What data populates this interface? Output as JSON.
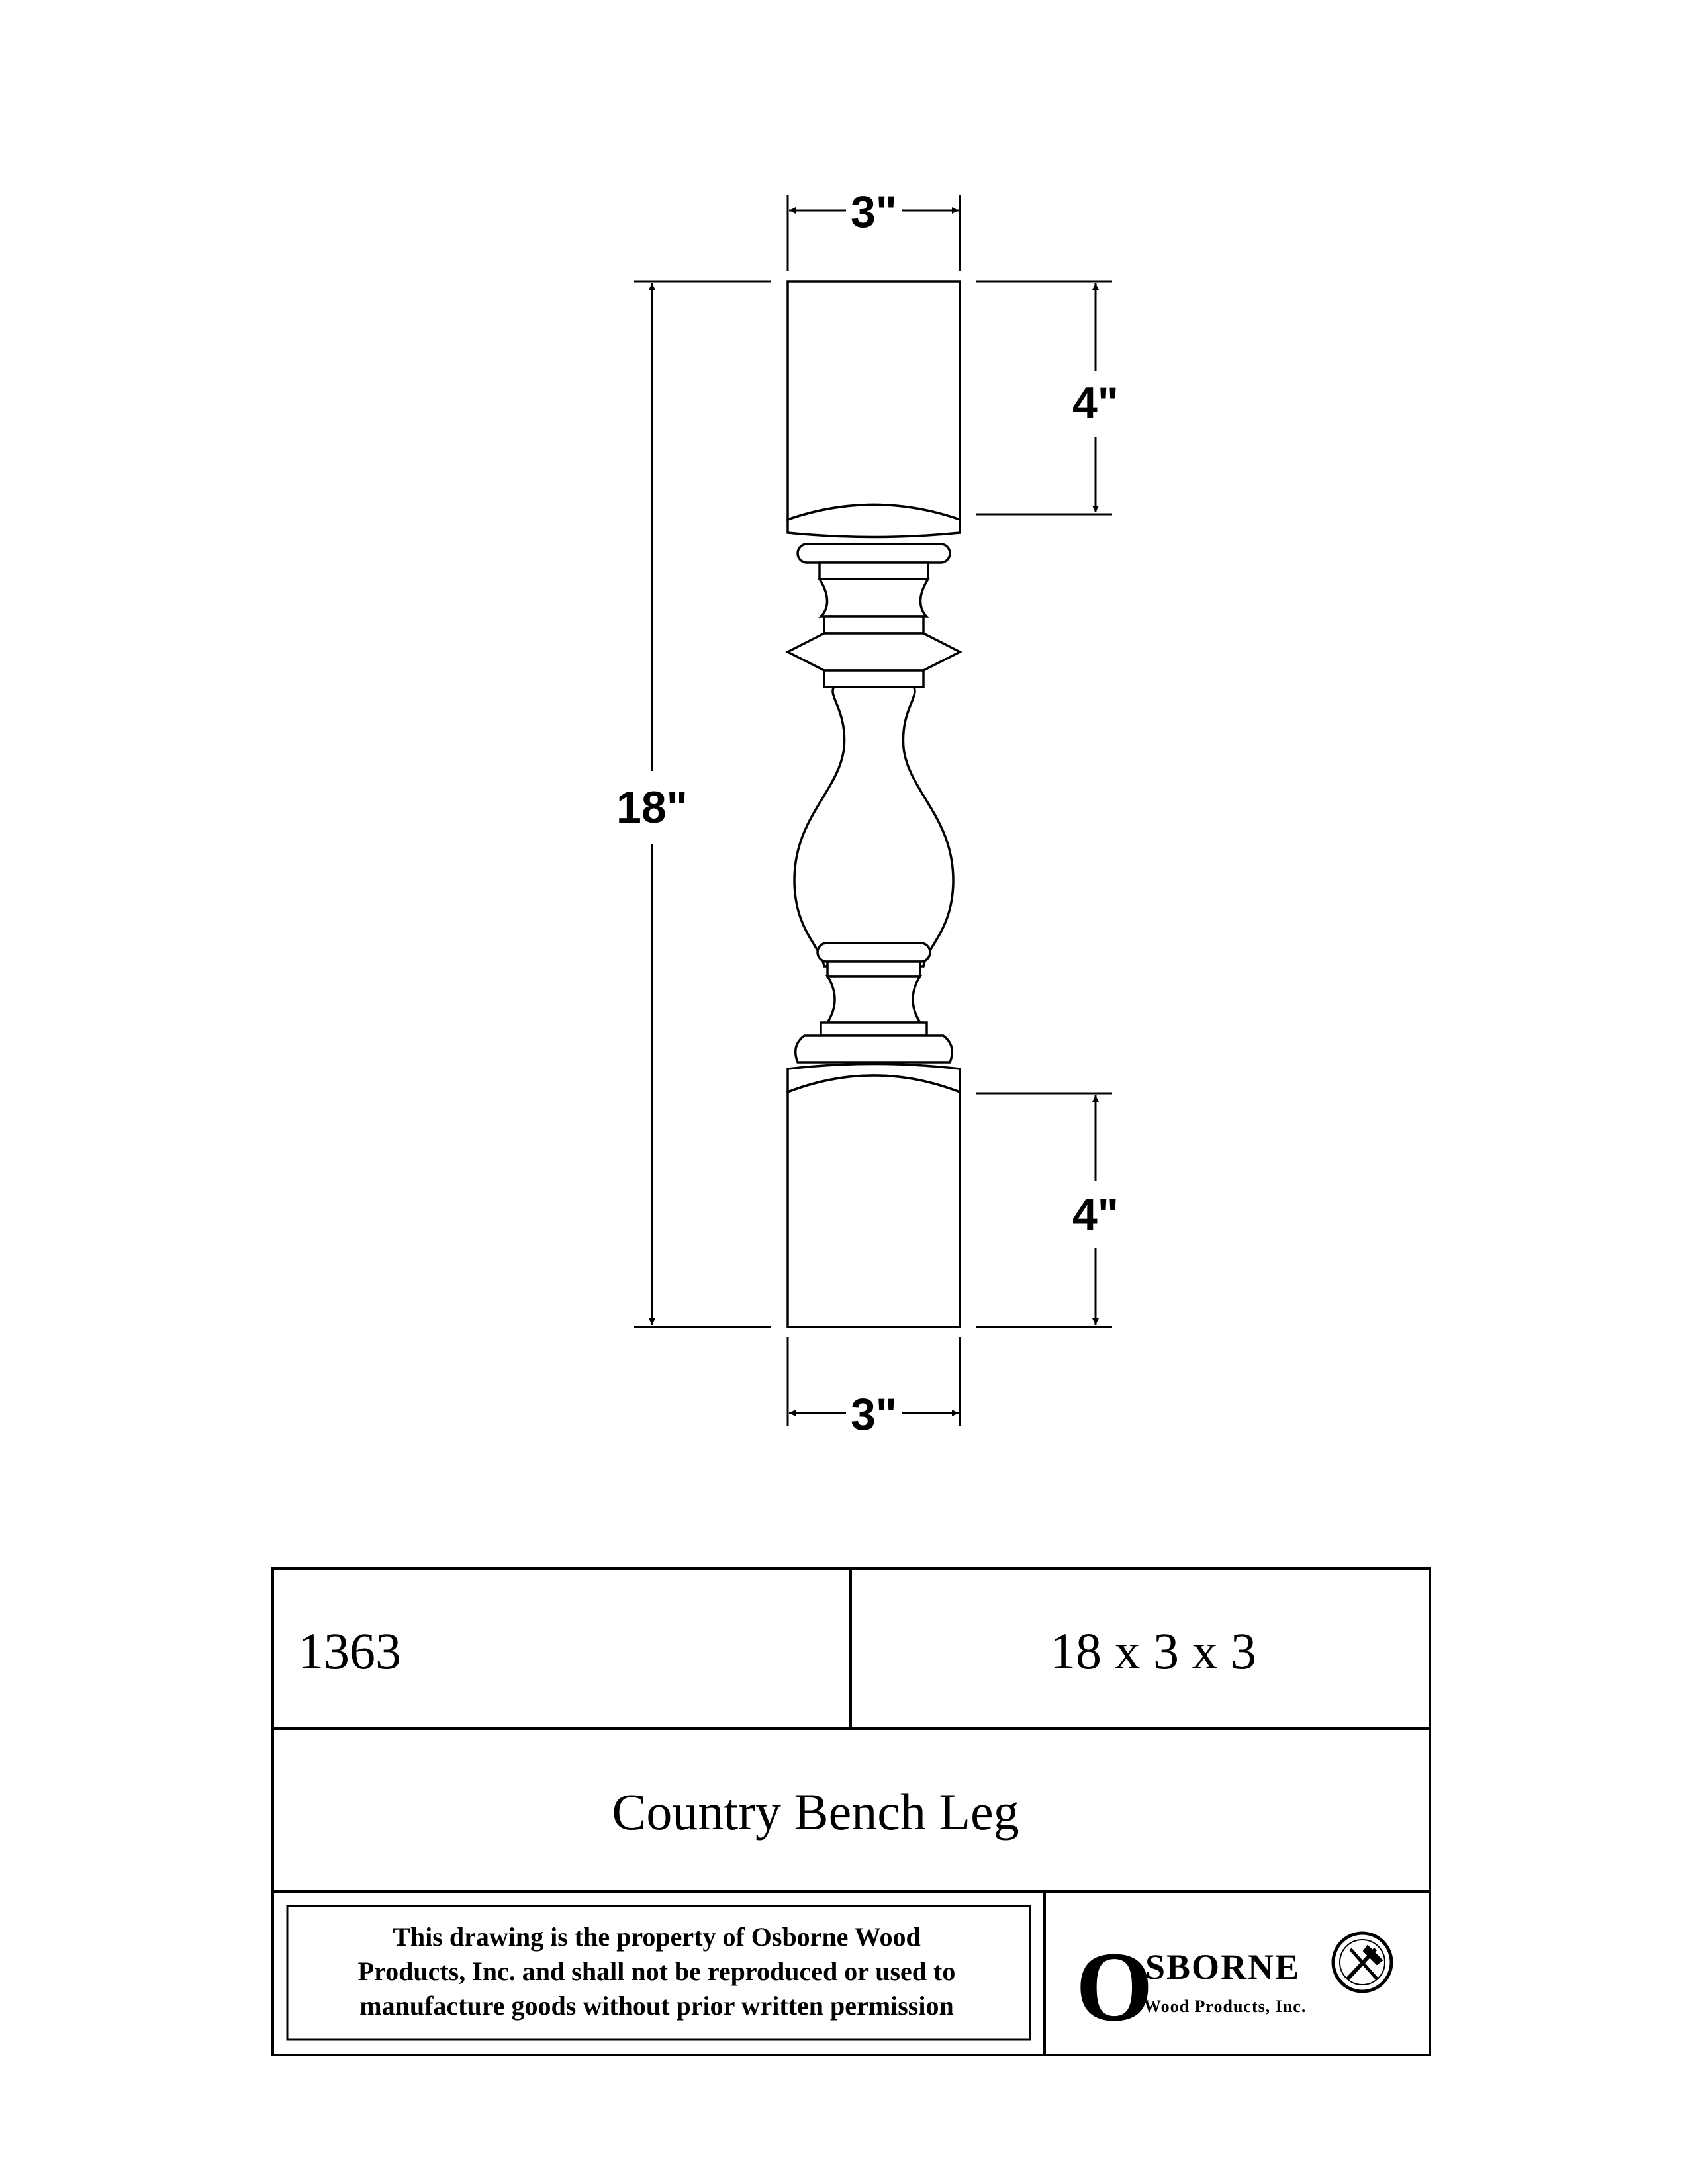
{
  "dimensions": {
    "top_width": "3\"",
    "top_block_height": "4\"",
    "overall_height": "18\"",
    "bottom_block_height": "4\"",
    "bottom_width": "3\""
  },
  "title_block": {
    "part_number": "1363",
    "size": "18 x 3 x 3",
    "part_name": "Country Bench Leg",
    "notice_lines": [
      "This drawing is the property of Osborne Wood",
      "Products, Inc. and shall not be reproduced or used to",
      "manufacture goods without prior written permission"
    ]
  },
  "logo": {
    "initial": "O",
    "name_rest": "SBORNE",
    "subtitle": "Wood Products, Inc."
  }
}
